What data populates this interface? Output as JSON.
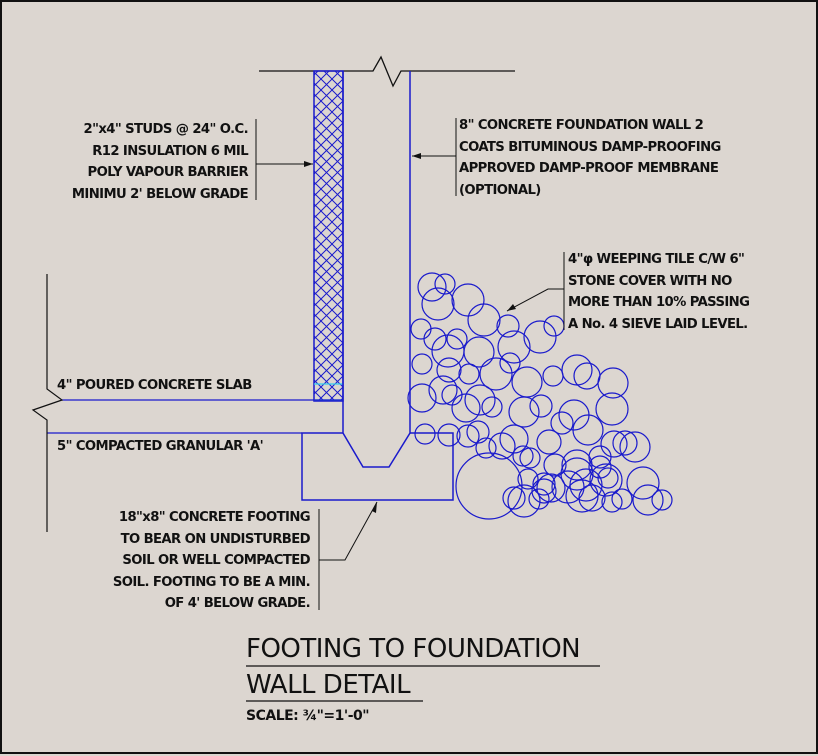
{
  "drawing": {
    "title_line1": "FOOTING TO FOUNDATION",
    "title_line2": "WALL DETAIL",
    "scale": "SCALE: ¾\"=1'-0\""
  },
  "notes": {
    "studs": [
      "2\"x4\" STUDS @ 24\" O.C.",
      "R12 INSULATION 6 MIL",
      "POLY VAPOUR BARRIER",
      "MINIMU 2' BELOW GRADE"
    ],
    "wall": [
      "8\" CONCRETE FOUNDATION WALL 2",
      "COATS BITUMINOUS DAMP-PROOFING",
      "APPROVED DAMP-PROOF MEMBRANE",
      "(OPTIONAL)"
    ],
    "weeping_tile": [
      "4\"φ WEEPING TILE C/W 6\"",
      "STONE COVER WITH NO",
      "MORE THAN 10% PASSING",
      "A No. 4 SIEVE LAID LEVEL."
    ],
    "slab": "4\" POURED CONCRETE SLAB",
    "granular": "5\" COMPACTED GRANULAR 'A'",
    "footing": [
      "18\"x8\" CONCRETE FOOTING",
      "TO BEAR ON UNDISTURBED",
      "SOIL OR WELL COMPACTED",
      "SOIL. FOOTING TO BE A MIN.",
      "OF 4' BELOW GRADE."
    ]
  },
  "colors": {
    "background": "#dcd6d0",
    "linework": "#1a1acc",
    "annotation": "#111111",
    "vapour_barrier": "#33ccee"
  }
}
